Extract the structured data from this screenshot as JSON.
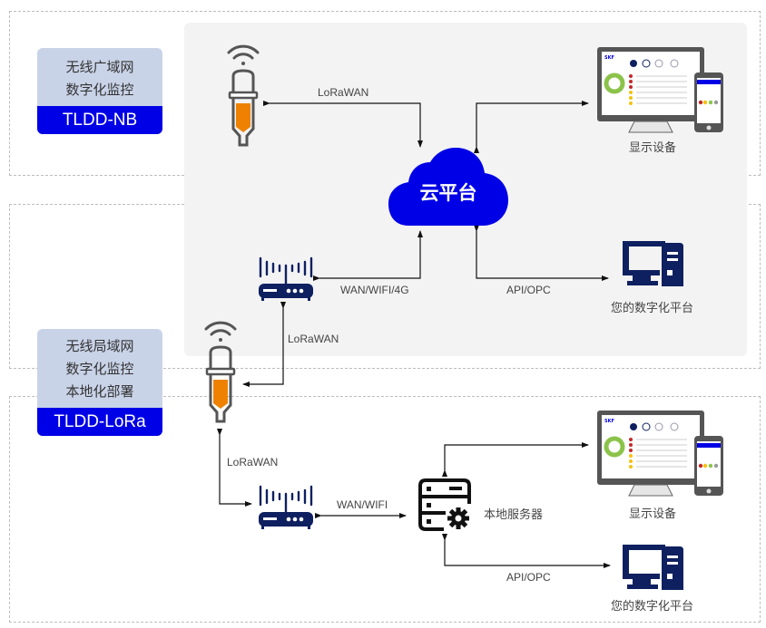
{
  "sections": {
    "nb": {
      "lines": [
        "无线广域网",
        "数字化监控"
      ],
      "model": "TLDD-NB"
    },
    "lora": {
      "lines": [
        "无线局域网",
        "数字化监控",
        "本地化部署"
      ],
      "model": "TLDD-LoRa"
    }
  },
  "cloud": {
    "label": "云平台"
  },
  "links": {
    "sensor_nb_to_cloud": "LoRaWAN",
    "gateway_to_cloud": "WAN/WIFI/4G",
    "cloud_to_platform": "API/OPC",
    "sensor_lora_to_gateway_top": "LoRaWAN",
    "sensor_lora_to_gateway_bottom": "LoRaWAN",
    "gateway_to_server": "WAN/WIFI",
    "server_to_platform": "API/OPC"
  },
  "devices": {
    "display_top": "显示设备",
    "platform_top": "您的数字化平台",
    "local_server": "本地服务器",
    "display_bottom": "显示设备",
    "platform_bottom": "您的数字化平台"
  },
  "colors": {
    "brand_blue": "#0000e6",
    "navy_icon": "#0f2060",
    "sensor_orange": "#ee8200",
    "label_bg": "#c9d3e8",
    "panel_bg": "#f3f3f4"
  }
}
